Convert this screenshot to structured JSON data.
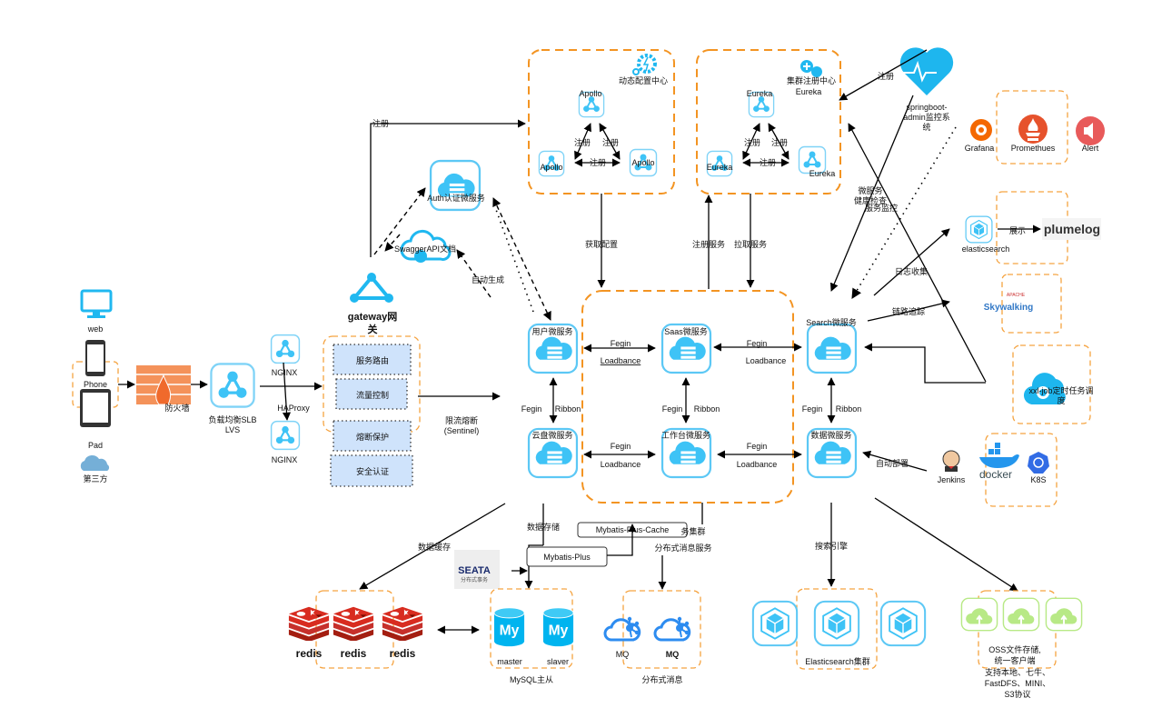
{
  "clients": {
    "web": "web",
    "phone": "Phone",
    "pad": "Pad",
    "third": "第三方"
  },
  "firewall": "防火墙",
  "slb": {
    "l1": "负载均衡SLB",
    "l2": "LVS"
  },
  "nginx": {
    "top": "NGINX",
    "bottom": "NGINX",
    "haproxy": "HAProxy"
  },
  "gateway": {
    "l1": "gateway网",
    "l2": "关",
    "items": [
      "服务路由",
      "流量控制",
      "熔断保护",
      "安全认证"
    ],
    "sentinel1": "限流熔断",
    "sentinel2": "(Sentinel)",
    "register": "注册"
  },
  "auth": "Auth认证微服务",
  "swagger": {
    "label": "SwaggerAPI文档",
    "autogen": "自动生成"
  },
  "apollo": {
    "title": "动态配置中心",
    "node": "Apollo",
    "reg": "注册",
    "fetch": "获取配置"
  },
  "eureka": {
    "title": "集群注册中心",
    "sub": "Eureka",
    "node": "Eureka",
    "reg": "注册",
    "register": "注册服务",
    "pull": "拉取服务"
  },
  "services": {
    "user": "用户微服务",
    "saas": "Saas微服务",
    "search": "Search微服务",
    "disk": "云盘微服务",
    "work": "工作台微服务",
    "data": "数据微服务"
  },
  "links": {
    "fegin": "Fegin",
    "loadbance": "Loadbance",
    "ribbon": "Ribbon"
  },
  "monitor": {
    "sba1": "springboot-",
    "sba2": "admin监控系",
    "sba3": "统",
    "reg": "注册",
    "health1": "微服务",
    "health2": "健康检查",
    "health3": "服务监控",
    "grafana": "Grafana",
    "prometheus": "Promethues",
    "alert": "Alert"
  },
  "logging": {
    "es": "elasticsearch",
    "show": "展示",
    "plumelog": "plumelog",
    "collect": "日志收集",
    "trace": "链路追踪",
    "skywalking": "Skywalking",
    "apache": "APACHE"
  },
  "xxljob": {
    "l1": "xxl-job定时任务调",
    "l2": "度"
  },
  "deploy": {
    "jenkins": "Jenkins",
    "docker": "docker",
    "k8s": "K8S",
    "auto": "自动部署"
  },
  "storage": {
    "cache": "数据缓存",
    "store": "数据存储",
    "mp": "Mybatis-Plus",
    "mpc": "Mybatis-Plus-Cache",
    "seata": "SEATA",
    "seataSub": "分布式事务",
    "redis": "redis",
    "master": "master",
    "slaver": "slaver",
    "mysql": "MySQL主从",
    "mqsvc1": "务集群",
    "mqsvc2": "分布式消息服务",
    "mq": "MQ",
    "mqTitle": "分布式消息",
    "searchEngine": "搜索引擎",
    "esCluster": "Elasticsearch集群"
  },
  "oss": {
    "l1": "OSS文件存储,",
    "l2": "统一客户端",
    "l3": "支持本地、七牛、",
    "l4": "FastDFS、MINI、",
    "l5": "S3协议"
  },
  "colors": {
    "accent": "#3ec3f6",
    "group": "#f5a340",
    "redis": "#d0302b",
    "oss": "#b8e986"
  }
}
